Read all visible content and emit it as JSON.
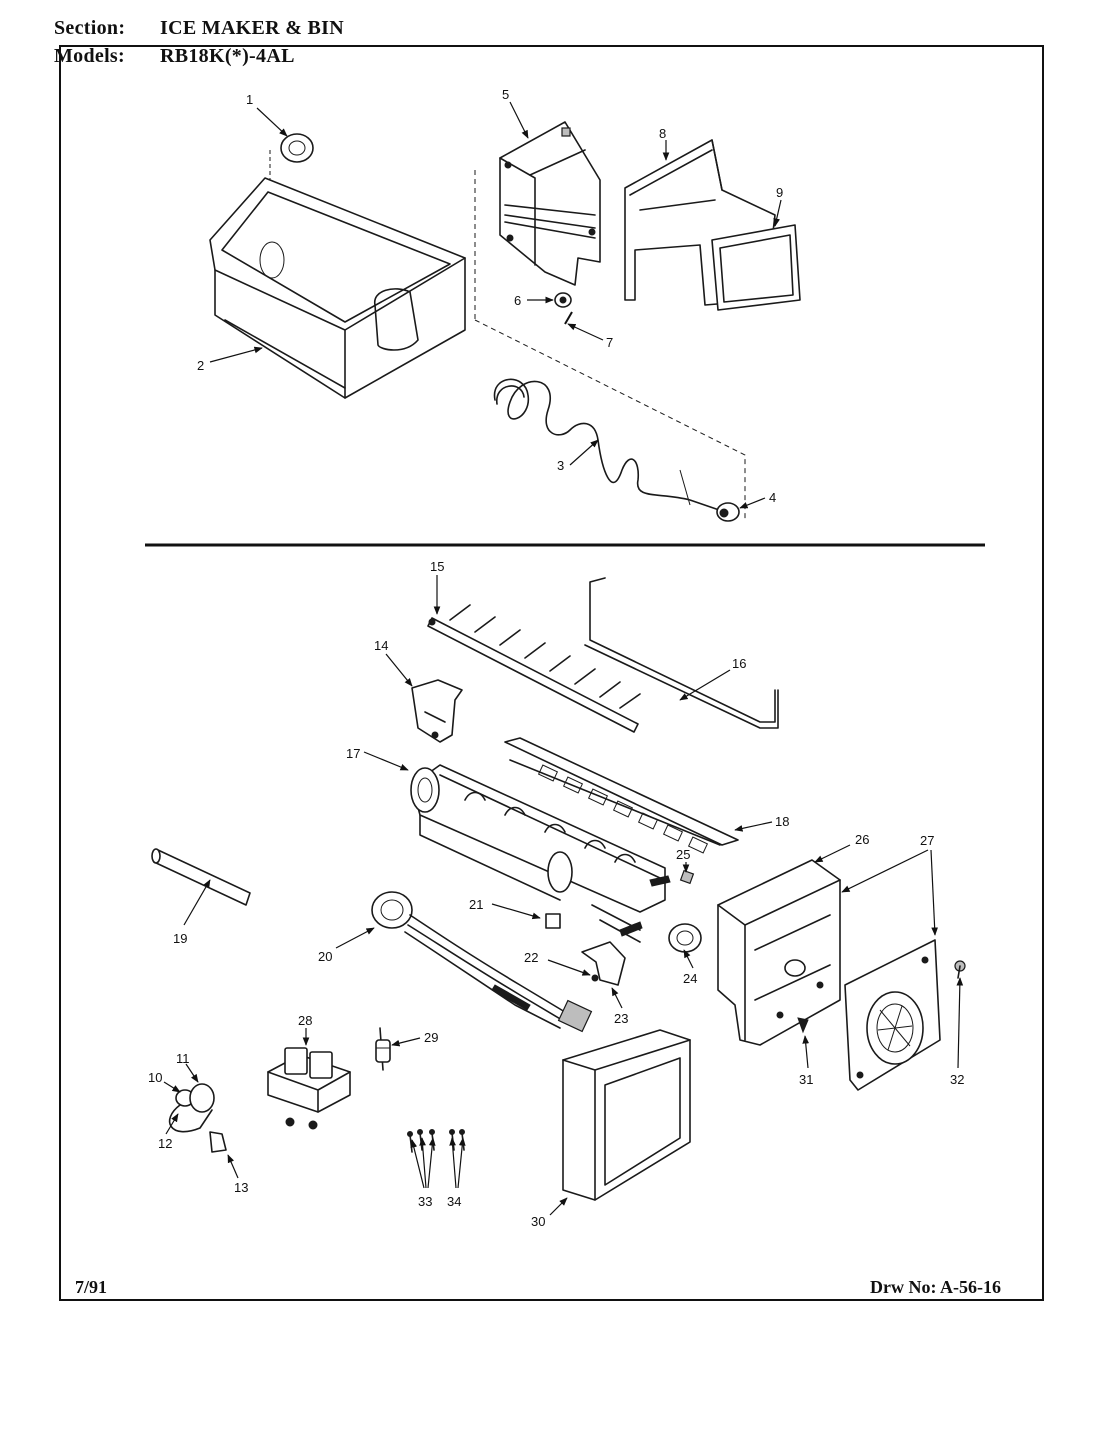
{
  "header": {
    "section_label": "Section:",
    "section_value": "ICE MAKER & BIN",
    "models_label": "Models:",
    "models_value": "RB18K(*)-4AL"
  },
  "footer": {
    "date": "7/91",
    "drawing_number": "Drw No: A-56-16"
  },
  "parts": {
    "p1": "1",
    "p2": "2",
    "p3": "3",
    "p4": "4",
    "p5": "5",
    "p6": "6",
    "p7": "7",
    "p8": "8",
    "p9": "9",
    "p10": "10",
    "p11": "11",
    "p12": "12",
    "p13": "13",
    "p14": "14",
    "p15": "15",
    "p16": "16",
    "p17": "17",
    "p18": "18",
    "p19": "19",
    "p20": "20",
    "p21": "21",
    "p22": "22",
    "p23": "23",
    "p24": "24",
    "p25": "25",
    "p26": "26",
    "p27": "27",
    "p28": "28",
    "p29": "29",
    "p30": "30",
    "p31": "31",
    "p32": "32",
    "p33": "33",
    "p34": "34"
  }
}
